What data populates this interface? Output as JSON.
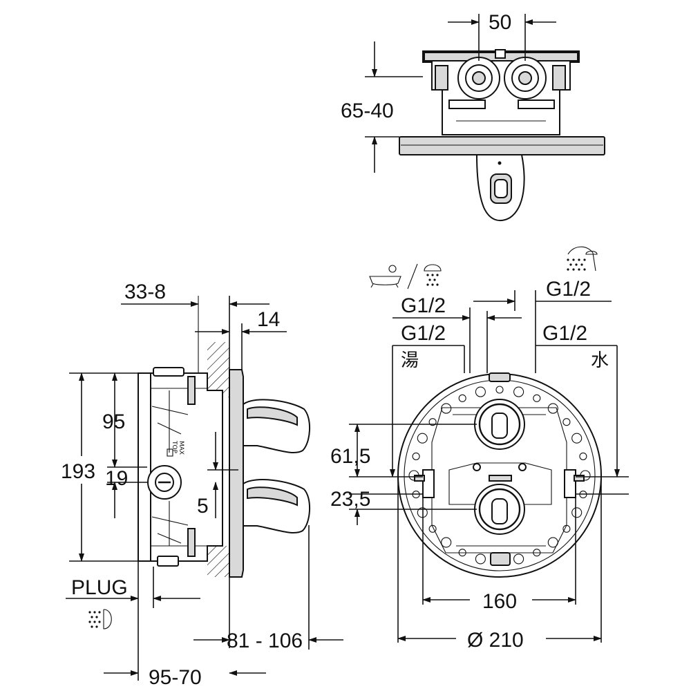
{
  "dimensions": {
    "top_spacing": "50",
    "top_depth": "65-40",
    "side_offset": "33-8",
    "side_plate": "14",
    "side_height_total": "193",
    "side_upper": "95",
    "side_mid": "19",
    "side_small": "5",
    "side_depth": "81 - 106",
    "side_bottom": "95-70",
    "plug_label": "PLUG",
    "front_upper": "61,5",
    "front_lower": "23,5",
    "front_width": "160",
    "front_diameter": "Ø 210",
    "thread_tub": "G1/2",
    "thread_hot": "G1/2",
    "thread_cold": "G1/2",
    "thread_shower": "G1/2",
    "hot_label": "湯",
    "cold_label": "水"
  },
  "stamp_text": [
    "MAX",
    "TOP"
  ],
  "icons": [
    "bathtub-icon",
    "hand-shower-icon",
    "overhead-shower-icon",
    "side-shower-icon"
  ]
}
